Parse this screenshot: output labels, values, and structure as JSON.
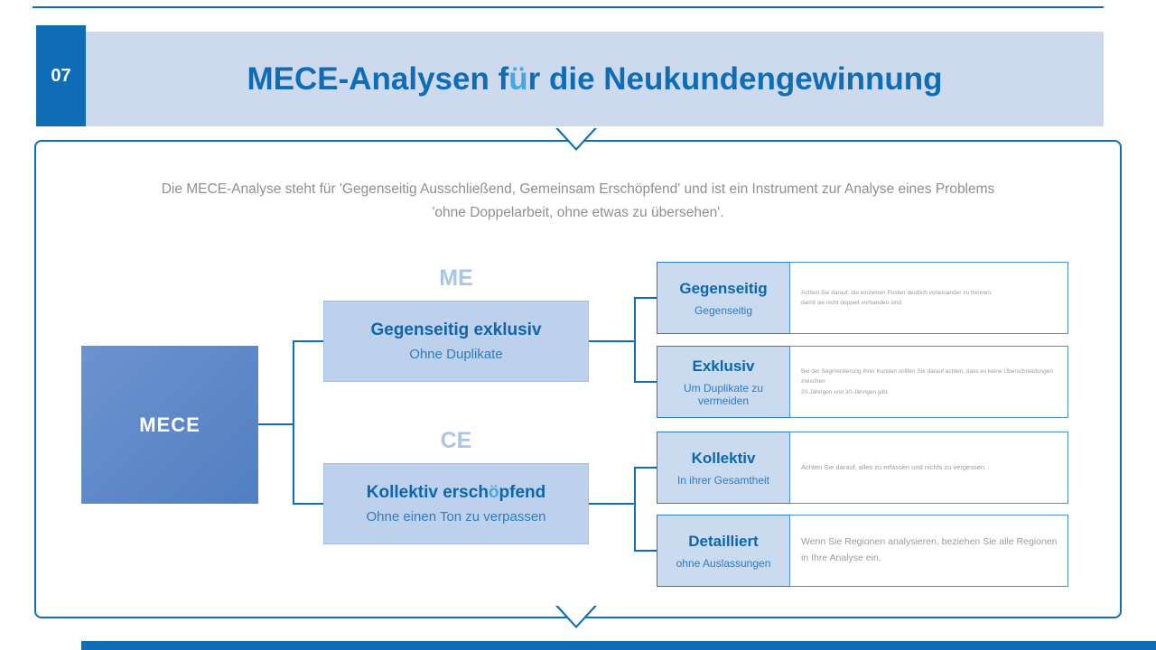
{
  "slide": {
    "number": "07",
    "title": {
      "pre": "MECE-Analysen f",
      "um": "ü",
      "post": "r die Neukundengewinnung"
    },
    "intro_lines": [
      "Die MECE-Analyse steht für 'Gegenseitig Ausschließend, Gemeinsam Erschöpfend' und ist ein Instrument zur Analyse eines Problems",
      "'ohne Doppelarbeit, ohne etwas zu übersehen'."
    ]
  },
  "diagram": {
    "root_label": "MECE",
    "branches": [
      {
        "tag": "ME",
        "title": {
          "pre": "Gegenseitig exklusiv",
          "um": "",
          "post": ""
        },
        "subtitle": "Ohne Duplikate",
        "children": [
          {
            "title": "Gegenseitig",
            "subtitle": "Gegenseitig",
            "description_lines": [
              "Achten Sie darauf, die einzelnen Posten deutlich voneinander zu trennen,",
              "damit sie nicht doppelt vorhanden sind."
            ]
          },
          {
            "title": "Exklusiv",
            "subtitle": "Um Duplikate zu vermeiden",
            "description_lines": [
              "Bei der Segmentierung Ihrer Kunden sollten Sie darauf achten, dass es keine Überschneidungen zwischen",
              "20-Jährigen und 30-Jährigen gibt."
            ]
          }
        ]
      },
      {
        "tag": "CE",
        "title": {
          "pre": "Kollektiv ersch",
          "um": "ö",
          "post": "pfend"
        },
        "subtitle": "Ohne einen Ton zu verpassen",
        "children": [
          {
            "title": "Kollektiv",
            "subtitle": "In ihrer Gesamtheit",
            "description_lines": [
              "Achten Sie darauf, alles zu erfassen und nichts zu vergessen."
            ]
          },
          {
            "title": "Detailliert",
            "subtitle": "ohne Auslassungen",
            "description_lines": [
              "Wenn Sie Regionen analysieren, beziehen Sie alle Regionen",
              "in Ihre Analyse ein."
            ]
          }
        ]
      }
    ]
  },
  "colors": {
    "primary_blue": "#0e6db4",
    "banner_bg": "#cdd9ed",
    "branch_box_bg": "#bdd1ec",
    "leaf_label_bg": "#cadaef",
    "root_box_bg": "#5c86c6",
    "tag_text": "#a9c6e8",
    "subtitle_text": "#2f7cc0",
    "body_text_gray": "#8f8f8f",
    "umlaut_accent": "#45a8e0"
  }
}
